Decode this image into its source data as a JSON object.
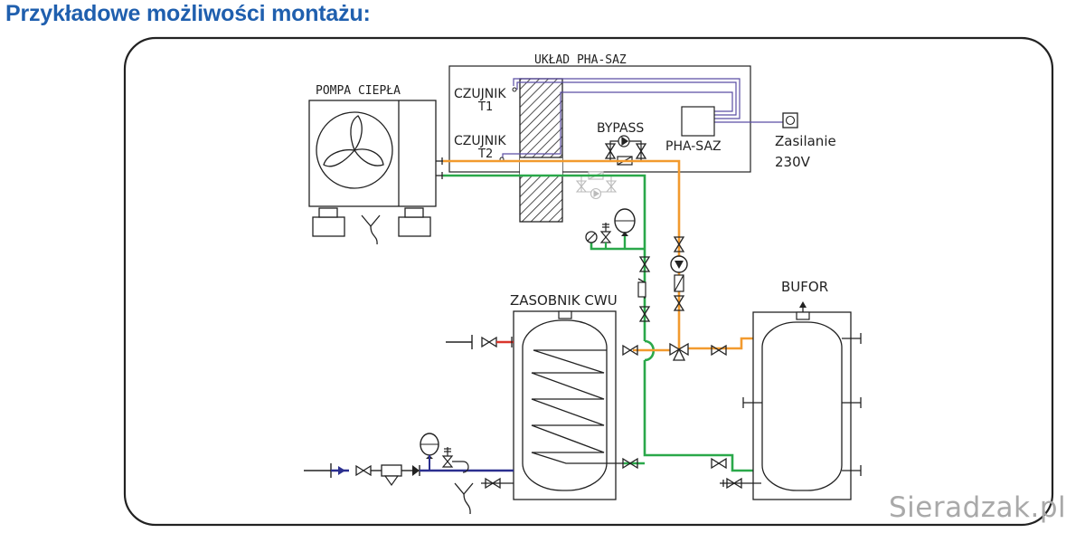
{
  "title": "Przykładowe możliwości montażu:",
  "watermark": "Sieradzak.pl",
  "labels": {
    "system": "UKŁAD PHA-SAZ",
    "heat_pump": "POMPA CIEPŁA",
    "sensor_t1_line1": "CZUJNIK",
    "sensor_t1_line2": "T1",
    "sensor_t2_line1": "CZUJNIK",
    "sensor_t2_line2": "T2",
    "bypass": "BYPASS",
    "controller": "PHA-SAZ",
    "power_line1": "Zasilanie",
    "power_line2": "230V",
    "dhw_tank": "ZASOBNIK CWU",
    "buffer": "BUFOR"
  },
  "colors": {
    "title": "#1f5fae",
    "hot_pipe": "#f29a2e",
    "return_pipe": "#2aa84a",
    "cold_water": "#2b2f8f",
    "hot_water_out": "#d9342b",
    "controller_wires": "#5b4ea3",
    "watermark": "#a9a9a9",
    "frame": "#222222"
  },
  "icons": [
    "fan-icon",
    "pump-icon",
    "valve-icon",
    "expansion-vessel-icon",
    "three-way-valve-icon",
    "socket-icon",
    "filter-icon",
    "manometer-icon"
  ]
}
